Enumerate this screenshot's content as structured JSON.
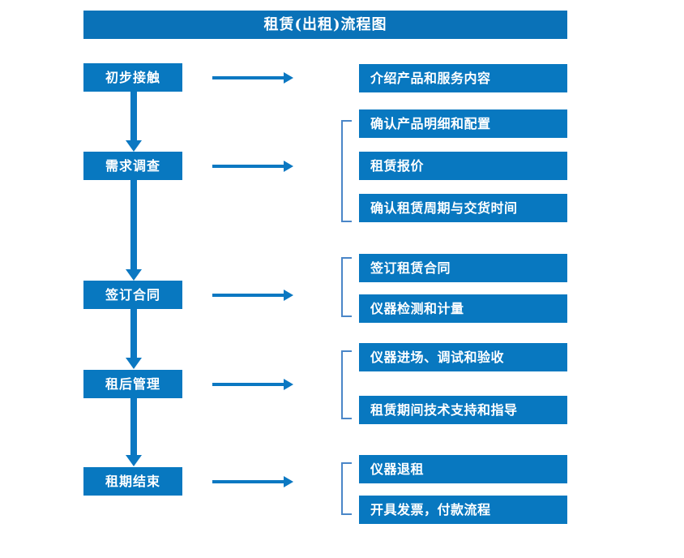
{
  "diagram": {
    "title": "租赁(出租)流程图",
    "colors": {
      "title_bar": "#0a72b8",
      "box_fill": "#0878c0",
      "box_text": "#ffffff",
      "arrow": "#0b78c2",
      "bracket": "#4a86c8",
      "background": "#ffffff"
    },
    "type": "flowchart",
    "stages": [
      {
        "id": "stage-1",
        "label": "初步接触",
        "arrow_label": "arrow-right",
        "details": [
          "介绍产品和服务内容"
        ],
        "bracketed": false
      },
      {
        "id": "stage-2",
        "label": "需求调查",
        "arrow_label": "arrow-right",
        "details": [
          "确认产品明细和配置",
          "租赁报价",
          "确认租赁周期与交货时间"
        ],
        "bracketed": true
      },
      {
        "id": "stage-3",
        "label": "签订合同",
        "arrow_label": "arrow-right",
        "details": [
          "签订租赁合同",
          "仪器检测和计量"
        ],
        "bracketed": true
      },
      {
        "id": "stage-4",
        "label": "租后管理",
        "arrow_label": "arrow-right",
        "details": [
          "仪器进场、调试和验收",
          "租赁期间技术支持和指导"
        ],
        "bracketed": true
      },
      {
        "id": "stage-5",
        "label": "租期结束",
        "arrow_label": "arrow-right",
        "details": [
          "仪器退租",
          "开具发票，付款流程"
        ],
        "bracketed": true
      }
    ],
    "flow_connectors": [
      {
        "from": "初步接触",
        "to": "需求调查",
        "icon": "arrow-down-icon"
      },
      {
        "from": "需求调查",
        "to": "签订合同",
        "icon": "arrow-down-icon"
      },
      {
        "from": "签订合同",
        "to": "租后管理",
        "icon": "arrow-down-icon"
      },
      {
        "from": "租后管理",
        "to": "租期结束",
        "icon": "arrow-down-icon"
      }
    ],
    "detail_boxes": [
      {
        "text": "介绍产品和服务内容"
      },
      {
        "text": "确认产品明细和配置"
      },
      {
        "text": "租赁报价"
      },
      {
        "text": "确认租赁周期与交货时间"
      },
      {
        "text": "签订租赁合同"
      },
      {
        "text": "仪器检测和计量"
      },
      {
        "text": "仪器进场、调试和验收"
      },
      {
        "text": "租赁期间技术支持和指导"
      },
      {
        "text": "仪器退租"
      },
      {
        "text": "开具发票，付款流程"
      }
    ]
  }
}
